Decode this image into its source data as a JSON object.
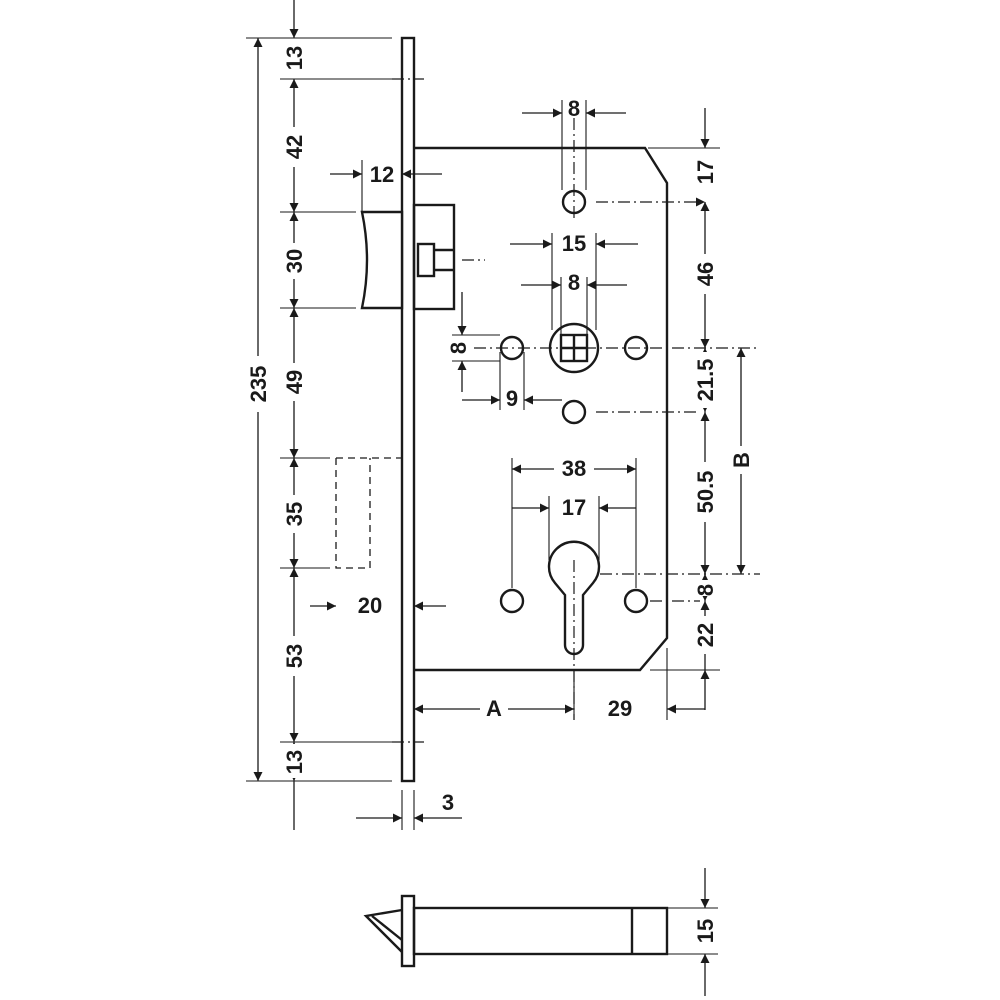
{
  "left_dims": {
    "total": "235",
    "d13_top": "13",
    "d42": "42",
    "d30": "30",
    "d49": "49",
    "d35": "35",
    "d53": "53",
    "d13_bottom": "13"
  },
  "latch_dims": {
    "d12": "12",
    "d8": "8",
    "d9": "9"
  },
  "spindle_dims": {
    "d8_top": "8",
    "d15": "15",
    "d8_sq": "8"
  },
  "right_dims": {
    "d17": "17",
    "d46": "46",
    "d21_5": "21.5",
    "d50_5": "50.5",
    "d8": "8",
    "d22": "22",
    "label_B": "B"
  },
  "cylinder_dims": {
    "d38": "38",
    "d17": "17"
  },
  "lower_dims": {
    "d20": "20",
    "label_A": "A",
    "d29": "29",
    "d3": "3"
  },
  "side_view": {
    "d15": "15"
  }
}
